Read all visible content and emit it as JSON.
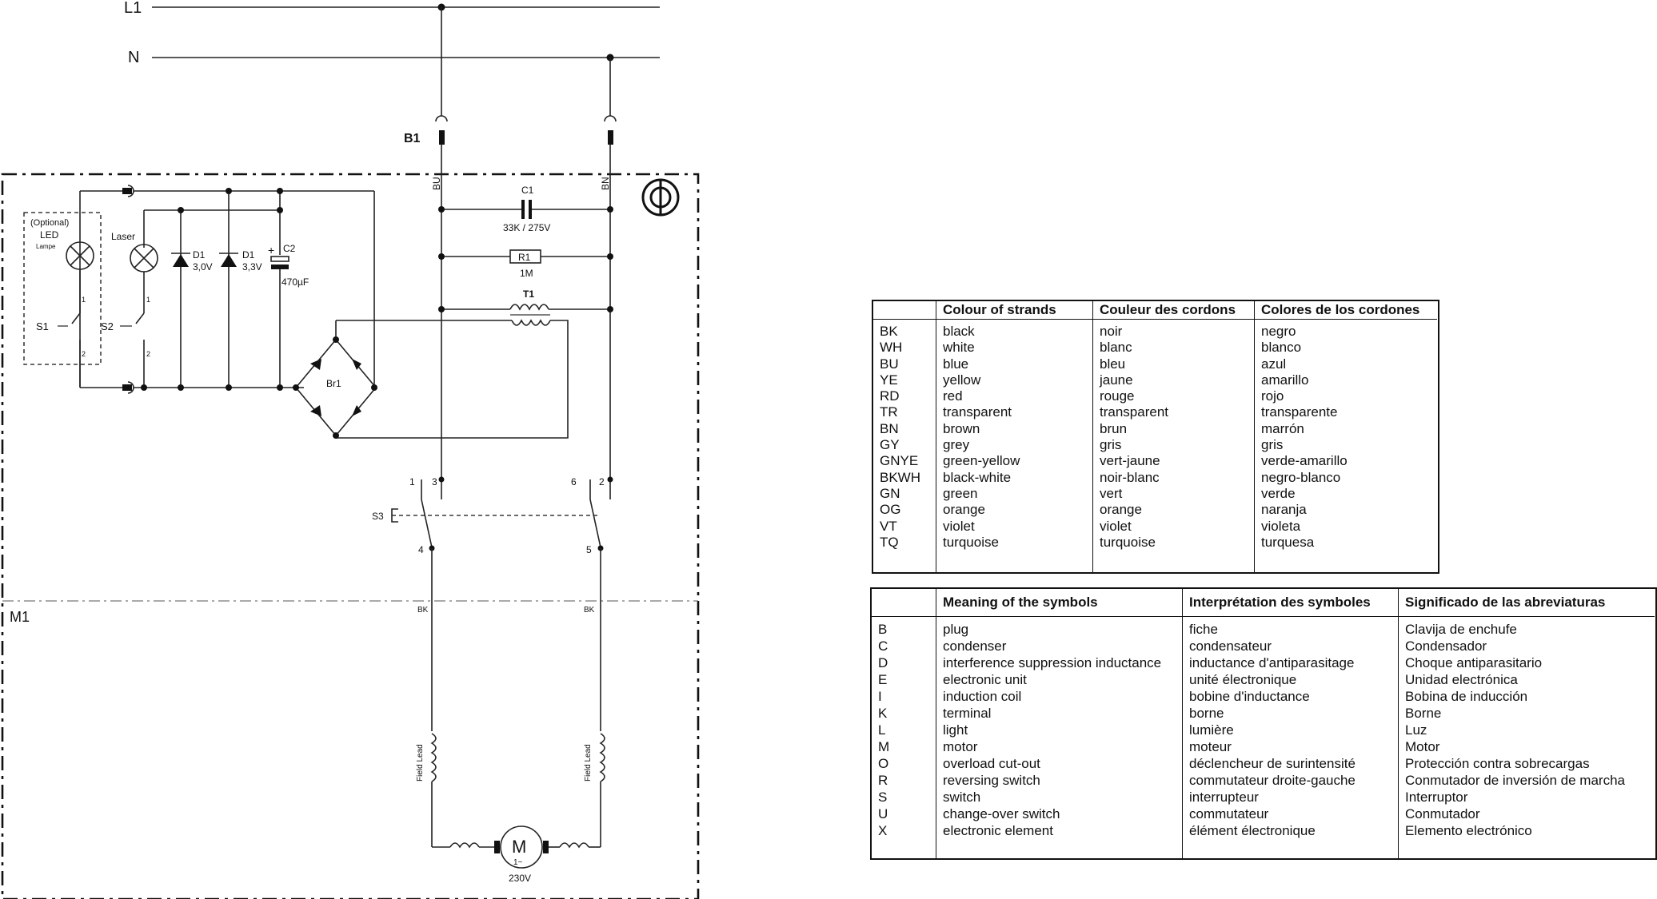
{
  "diagram": {
    "line_l1": "L1",
    "line_n": "N",
    "b1": "B1",
    "bu": "BU",
    "bn": "BN",
    "c1": "C1",
    "c1_value": "33K / 275V",
    "r1": "R1",
    "r1_value": "1M",
    "t1": "T1",
    "optional": "(Optional)",
    "led": "LED",
    "lamp": "Lampe",
    "laser": "Laser",
    "d1": "D1",
    "d1_a_value": "3,0V",
    "d1_b_value": "3,3V",
    "c2": "C2",
    "c2_value": "470µF",
    "plus": "+",
    "br1": "Br1",
    "s1": "S1",
    "s2": "S2",
    "s3": "S3",
    "pin1": "1",
    "pin2": "2",
    "pin3": "3",
    "pin4": "4",
    "pin5": "5",
    "pin6": "6",
    "m1": "M1",
    "bk": "BK",
    "field_lead": "Field Lead",
    "motor": "M",
    "motor_sub": "1~",
    "motor_voltage": "230V"
  },
  "colour_table": {
    "headers": [
      "",
      "Colour of strands",
      "Couleur des cordons",
      "Colores de los cordones"
    ],
    "codes": [
      "BK",
      "WH",
      "BU",
      "YE",
      "RD",
      "TR",
      "BN",
      "GY",
      "GNYE",
      "BKWH",
      "GN",
      "OG",
      "VT",
      "TQ"
    ],
    "en": [
      "black",
      "white",
      "blue",
      "yellow",
      "red",
      "transparent",
      "brown",
      "grey",
      "green-yellow",
      "black-white",
      "green",
      "orange",
      "violet",
      "turquoise"
    ],
    "fr": [
      "noir",
      "blanc",
      "bleu",
      "jaune",
      "rouge",
      "transparent",
      "brun",
      "gris",
      "vert-jaune",
      "noir-blanc",
      "vert",
      "orange",
      "violet",
      "turquoise"
    ],
    "es": [
      "negro",
      "blanco",
      "azul",
      "amarillo",
      "rojo",
      "transparente",
      "marrón",
      "gris",
      "verde-amarillo",
      "negro-blanco",
      "verde",
      "naranja",
      "violeta",
      "turquesa"
    ]
  },
  "symbol_table": {
    "headers": [
      "",
      "Meaning of the symbols",
      "Interprétation des symboles",
      "Significado de las abreviaturas"
    ],
    "codes": [
      "B",
      "C",
      "D",
      "E",
      "I",
      "K",
      "L",
      "M",
      "O",
      "R",
      "S",
      "U",
      "X"
    ],
    "en": [
      "plug",
      "condenser",
      "interference suppression inductance",
      "electronic unit",
      "induction coil",
      "terminal",
      "light",
      "motor",
      "overload cut-out",
      "reversing switch",
      "switch",
      "change-over switch",
      "electronic element"
    ],
    "fr": [
      "fiche",
      "condensateur",
      "inductance d'antiparasitage",
      "unité électronique",
      "bobine d'inductance",
      "borne",
      "lumière",
      "moteur",
      "déclencheur de surintensité",
      "commutateur droite-gauche",
      "interrupteur",
      "commutateur",
      "élément électronique"
    ],
    "es": [
      "Clavija de enchufe",
      "Condensador",
      "Choque antiparasitario",
      "Unidad electrónica",
      "Bobina de inducción",
      "Borne",
      "Luz",
      "Motor",
      "Protección contra sobrecargas",
      "Conmutador de inversión de marcha",
      "Interruptor",
      "Conmutador",
      "Elemento electrónico"
    ]
  }
}
